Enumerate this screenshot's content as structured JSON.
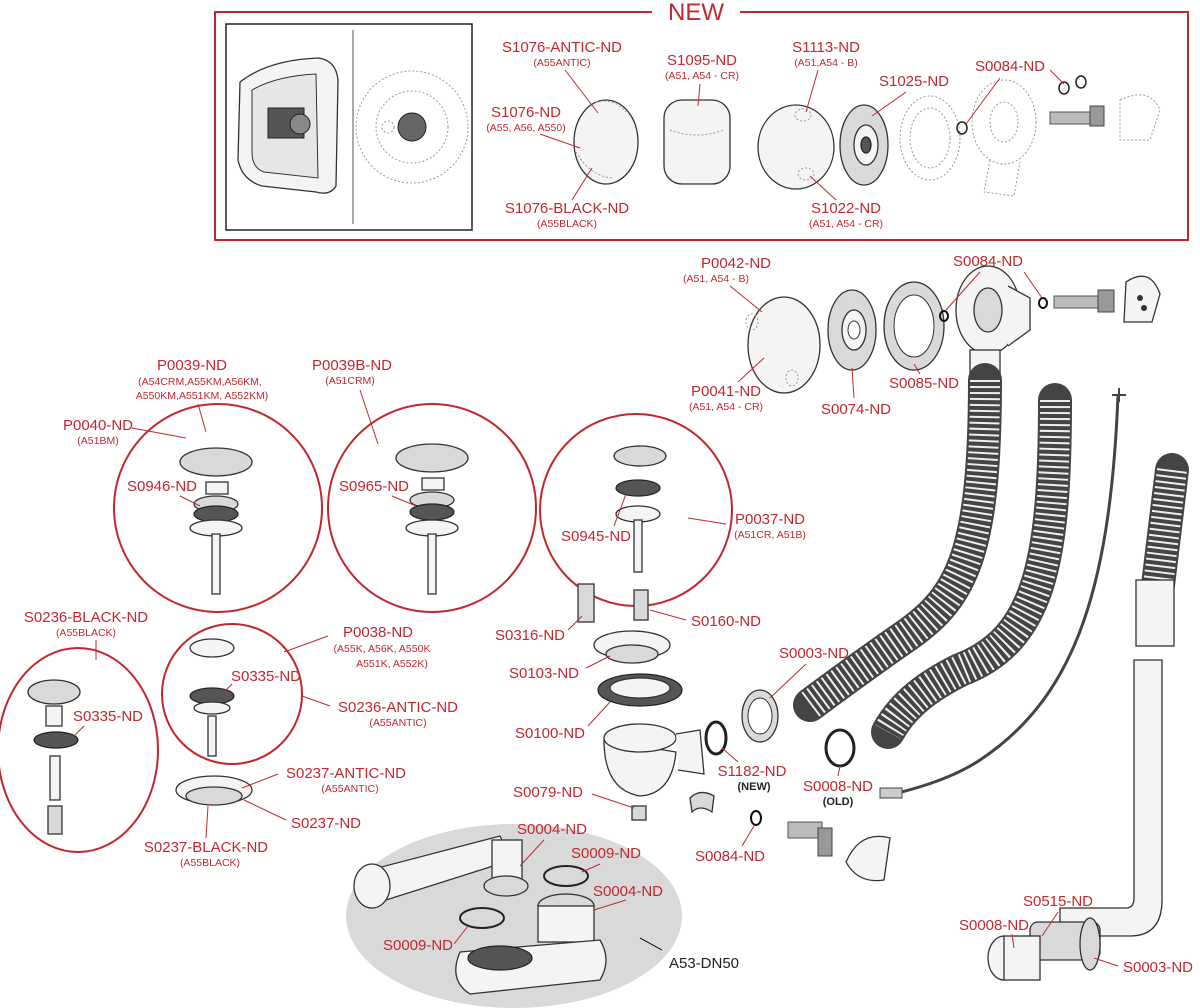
{
  "new_banner": "NEW",
  "labels": {
    "s1076_antic": "S1076-ANTIC-ND",
    "s1076_antic_sub": "(A55ANTIC)",
    "s1076": "S1076-ND",
    "s1076_sub": "(A55, A56, A550)",
    "s1076_black": "S1076-BLACK-ND",
    "s1076_black_sub": "(A55BLACK)",
    "s1095": "S1095-ND",
    "s1095_sub": "(A51, A54 - CR)",
    "s1113": "S1113-ND",
    "s1113_sub": "(A51,A54 - B)",
    "s1025": "S1025-ND",
    "s0084_new": "S0084-ND",
    "s1022": "S1022-ND",
    "s1022_sub": "(A51, A54 - CR)",
    "p0042": "P0042-ND",
    "p0042_sub": "(A51, A54 - B)",
    "p0041": "P0041-ND",
    "p0041_sub": "(A51, A54 - CR)",
    "s0074": "S0074-ND",
    "s0085": "S0085-ND",
    "s0084_top": "S0084-ND",
    "p0039": "P0039-ND",
    "p0039_sub1": "(A54CRM,A55KM,A56KM,",
    "p0039_sub2": "A550KM,A551KM, A552KM)",
    "p0040": "P0040-ND",
    "p0040_sub": "(A51BM)",
    "s0946": "S0946-ND",
    "p0039b": "P0039B-ND",
    "p0039b_sub": "(A51CRM)",
    "s0965": "S0965-ND",
    "s0945": "S0945-ND",
    "p0037": "P0037-ND",
    "p0037_sub": "(A51CR, A51B)",
    "s0236_black": "S0236-BLACK-ND",
    "s0236_black_sub": "(A55BLACK)",
    "s0335_left": "S0335-ND",
    "p0038": "P0038-ND",
    "p0038_sub1": "(A55K, A56K, A550K",
    "p0038_sub2": "A551K, A552K)",
    "s0335_mid": "S0335-ND",
    "s0236_antic": "S0236-ANTIC-ND",
    "s0236_antic_sub": "(A55ANTIC)",
    "s0237_antic": "S0237-ANTIC-ND",
    "s0237_antic_sub": "(A55ANTIC)",
    "s0237": "S0237-ND",
    "s0237_black": "S0237-BLACK-ND",
    "s0237_black_sub": "(A55BLACK)",
    "s0316": "S0316-ND",
    "s0160": "S0160-ND",
    "s0103": "S0103-ND",
    "s0100": "S0100-ND",
    "s0003_mid": "S0003-ND",
    "s1182": "S1182-ND",
    "s1182_note": "(NEW)",
    "s0008_mid": "S0008-ND",
    "s0008_note": "(OLD)",
    "s0079": "S0079-ND",
    "s0084_bottom": "S0084-ND",
    "s0004_a": "S0004-ND",
    "s0009_a": "S0009-ND",
    "s0004_b": "S0004-ND",
    "s0009_b": "S0009-ND",
    "a53": "A53-DN50",
    "s0515": "S0515-ND",
    "s0008_br": "S0008-ND",
    "s0003_br": "S0003-ND"
  },
  "colors": {
    "accent": "#c0282d",
    "line": "#333333",
    "highlight_ellipse": "#d9d9d9"
  }
}
